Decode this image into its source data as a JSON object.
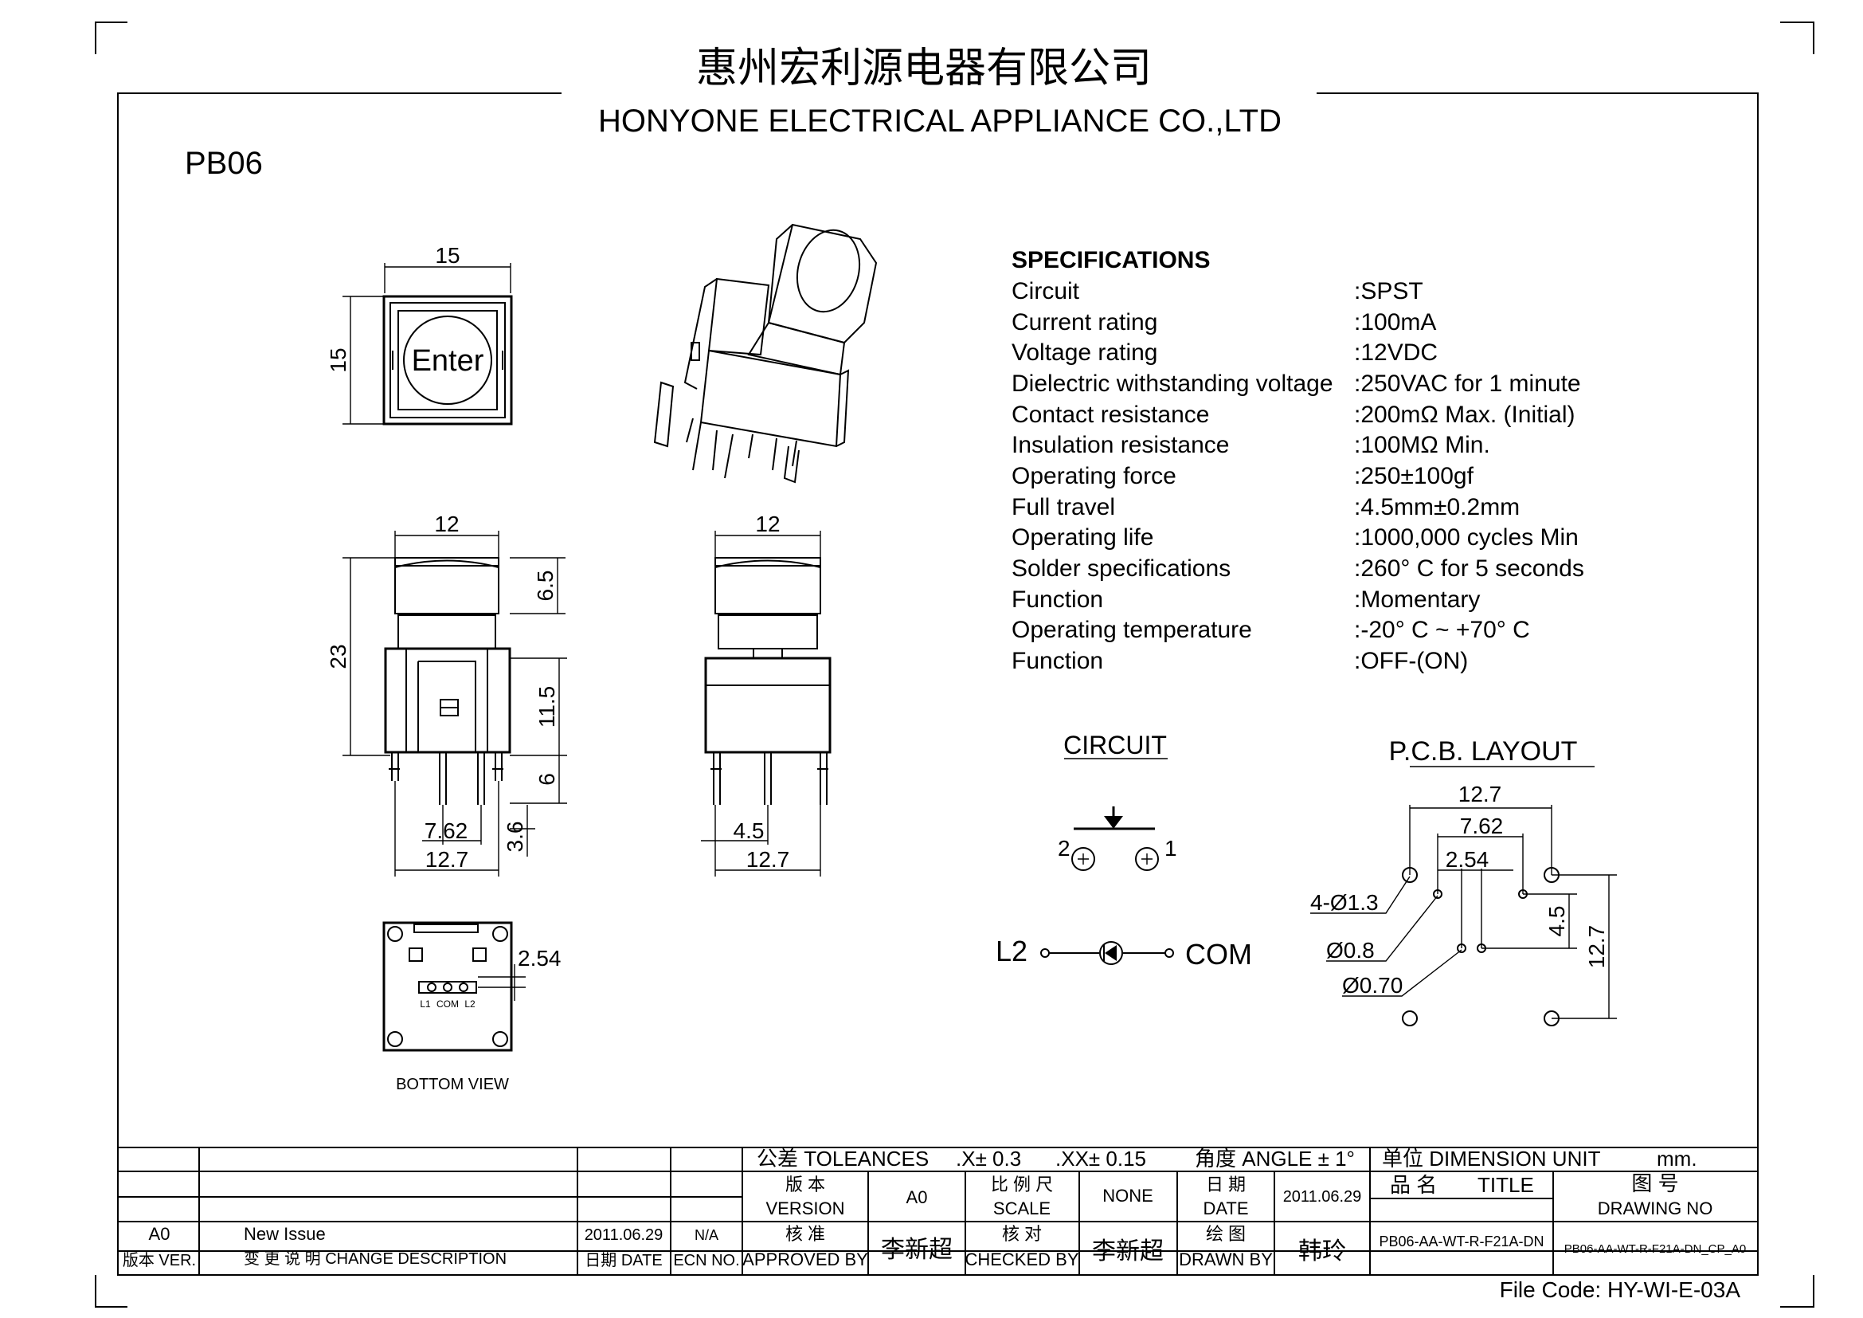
{
  "company": {
    "name_cn": "惠州宏利源电器有限公司",
    "name_en": "HONYONE  ELECTRICAL  APPLIANCE  CO.,LTD"
  },
  "model": "PB06",
  "dimensions": {
    "top_w": "15",
    "top_h": "15",
    "enter": "Enter",
    "side_w": "12",
    "side_h_total": "23",
    "cap_h": "6.5",
    "body_h": "11.5",
    "pin_h": "6",
    "pin_spacing": "7.62",
    "pin_base": "12.7",
    "pin_len": "3.6",
    "end_w": "12",
    "end_pin": "4.5",
    "end_base": "12.7",
    "bottom_spacing": "2.54",
    "bottom_view": "BOTTOM VIEW",
    "bottom_labels": [
      "L1",
      "COM",
      "L2"
    ]
  },
  "specifications": {
    "heading": "SPECIFICATIONS",
    "rows": [
      {
        "k": "Circuit",
        "v": ":SPST"
      },
      {
        "k": "Current rating",
        "v": ":100mA"
      },
      {
        "k": "Voltage rating",
        "v": ":12VDC"
      },
      {
        "k": "Dielectric withstanding voltage",
        "v": ":250VAC for 1 minute"
      },
      {
        "k": "Contact resistance",
        "v": ":200mΩ   Max. (Initial)"
      },
      {
        "k": "Insulation resistance",
        "v": ":100MΩ   Min."
      },
      {
        "k": "Operating force",
        "v": ":250±100gf"
      },
      {
        "k": "Full travel",
        "v": ":4.5mm±0.2mm"
      },
      {
        "k": "Operating life",
        "v": ":1000,000 cycles Min"
      },
      {
        "k": "Solder specifications",
        "v": ":260° C for 5 seconds"
      },
      {
        "k": "Function",
        "v": ":Momentary"
      },
      {
        "k": "Operating temperature",
        "v": ":-20° C ~ +70° C"
      },
      {
        "k": "Function",
        "v": ":OFF-(ON)"
      }
    ]
  },
  "circuit": {
    "title": "CIRCUIT",
    "pin2": "2",
    "pin1": "1",
    "l2": "L2",
    "com": "COM"
  },
  "pcb": {
    "title": "P.C.B. LAYOUT",
    "d127": "12.7",
    "d762": "7.62",
    "d254": "2.54",
    "hole13": "4-Ø1.3",
    "hole08": "Ø0.8",
    "hole07": "Ø0.70",
    "v45": "4.5",
    "v127": "12.7"
  },
  "title_block": {
    "tol_label": "公差 TOLEANCES",
    "tol1": ".X± 0.3",
    "tol2": ".XX± 0.15",
    "angle": "角度 ANGLE ± 1°",
    "unit_label": "单位   DIMENSION UNIT",
    "unit": "mm.",
    "version_cn": "版 本",
    "version_en": "VERSION",
    "version_val": "A0",
    "scale_cn": "比 例 尺",
    "scale_en": "SCALE",
    "scale_val": "NONE",
    "date_cn": "日 期",
    "date_en": "DATE",
    "date_val": "2011.06.29",
    "title_cn": "品  名",
    "title_en": "TITLE",
    "drawno_cn": "图  号",
    "drawno_en": "DRAWING NO",
    "approved_cn": "核 准",
    "approved_en": "APPROVED BY",
    "approved_val": "李新超",
    "checked_cn": "核 对",
    "checked_en": "CHECKED BY",
    "checked_val": "李新超",
    "drawn_cn": "绘 图",
    "drawn_en": "DRAWN BY",
    "drawn_val": "韩玲",
    "title_val": "PB06-AA-WT-R-F21A-DN",
    "drawno_val": "PB06-AA-WT-R-F21A-DN_CP_A0",
    "rev": "A0",
    "rev_desc": "New Issue",
    "rev_date": "2011.06.29",
    "rev_ecn": "N/A",
    "hdr_ver": "版本 VER.",
    "hdr_desc": "变 更 说 明   CHANGE DESCRIPTION",
    "hdr_date": "日期 DATE",
    "hdr_ecn": "ECN NO."
  },
  "file_code": "File Code: HY-WI-E-03A"
}
